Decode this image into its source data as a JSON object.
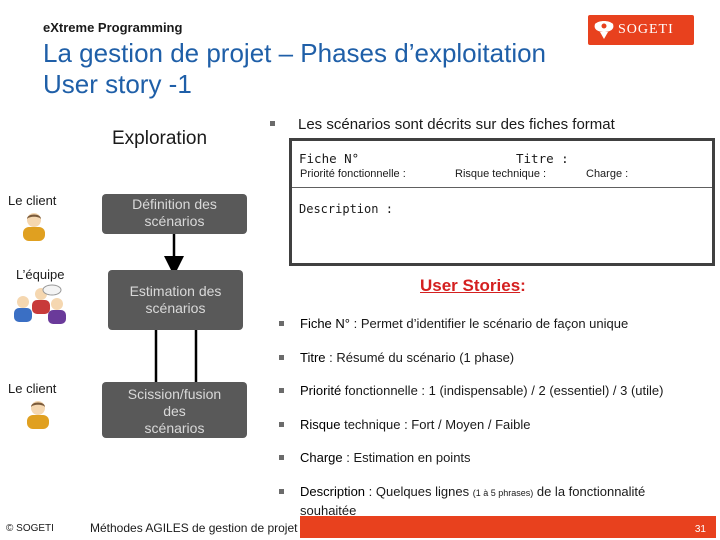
{
  "header": {
    "subtitle": "eXtreme Programming",
    "title_line1": "La gestion de projet – Phases d’exploitation",
    "title_line2": "User story -1",
    "logo_text": "SOGETI"
  },
  "left": {
    "phase_label": "Exploration",
    "role_client_1": "Le client",
    "role_team": "L’équipe",
    "role_client_2": "Le client",
    "box1_line1": "Définition des",
    "box1_line2": "scénarios",
    "box2_line1": "Estimation des",
    "box2_line2": "scénarios",
    "box3_line1": "Scission/fusion",
    "box3_line2": "des",
    "box3_line3": "scénarios"
  },
  "card": {
    "intro": "Les scénarios sont décrits sur des fiches format",
    "fiche": "Fiche N°",
    "titre": "Titre :",
    "priorite": "Priorité fonctionnelle :",
    "risque": "Risque technique :",
    "charge": "Charge :",
    "description": "Description :"
  },
  "user_stories": {
    "heading": "User Stories",
    "colon": ":",
    "items": [
      {
        "key": "Fiche N°",
        "text": " : Permet d’identifier le scénario de façon unique"
      },
      {
        "key": "Titre",
        "text": " : Résumé du scénario (1 phase)"
      },
      {
        "key": "Priorité",
        "text": " fonctionnelle : 1 (indispensable) / 2 (essentiel) / 3 (utile)"
      },
      {
        "key": "Risque",
        "text": " technique : Fort / Moyen / Faible"
      },
      {
        "key": "Charge",
        "text": " : Estimation en points"
      },
      {
        "key": "Description",
        "text": " : Quelques lignes ",
        "small": "(1 à 5 phrases)",
        "text2": " de la fonctionnalité",
        "line2": "souhaitée"
      }
    ]
  },
  "footer": {
    "copyright": "© SOGETI",
    "course": "Méthodes AGILES de gestion de projet",
    "page": "31"
  }
}
